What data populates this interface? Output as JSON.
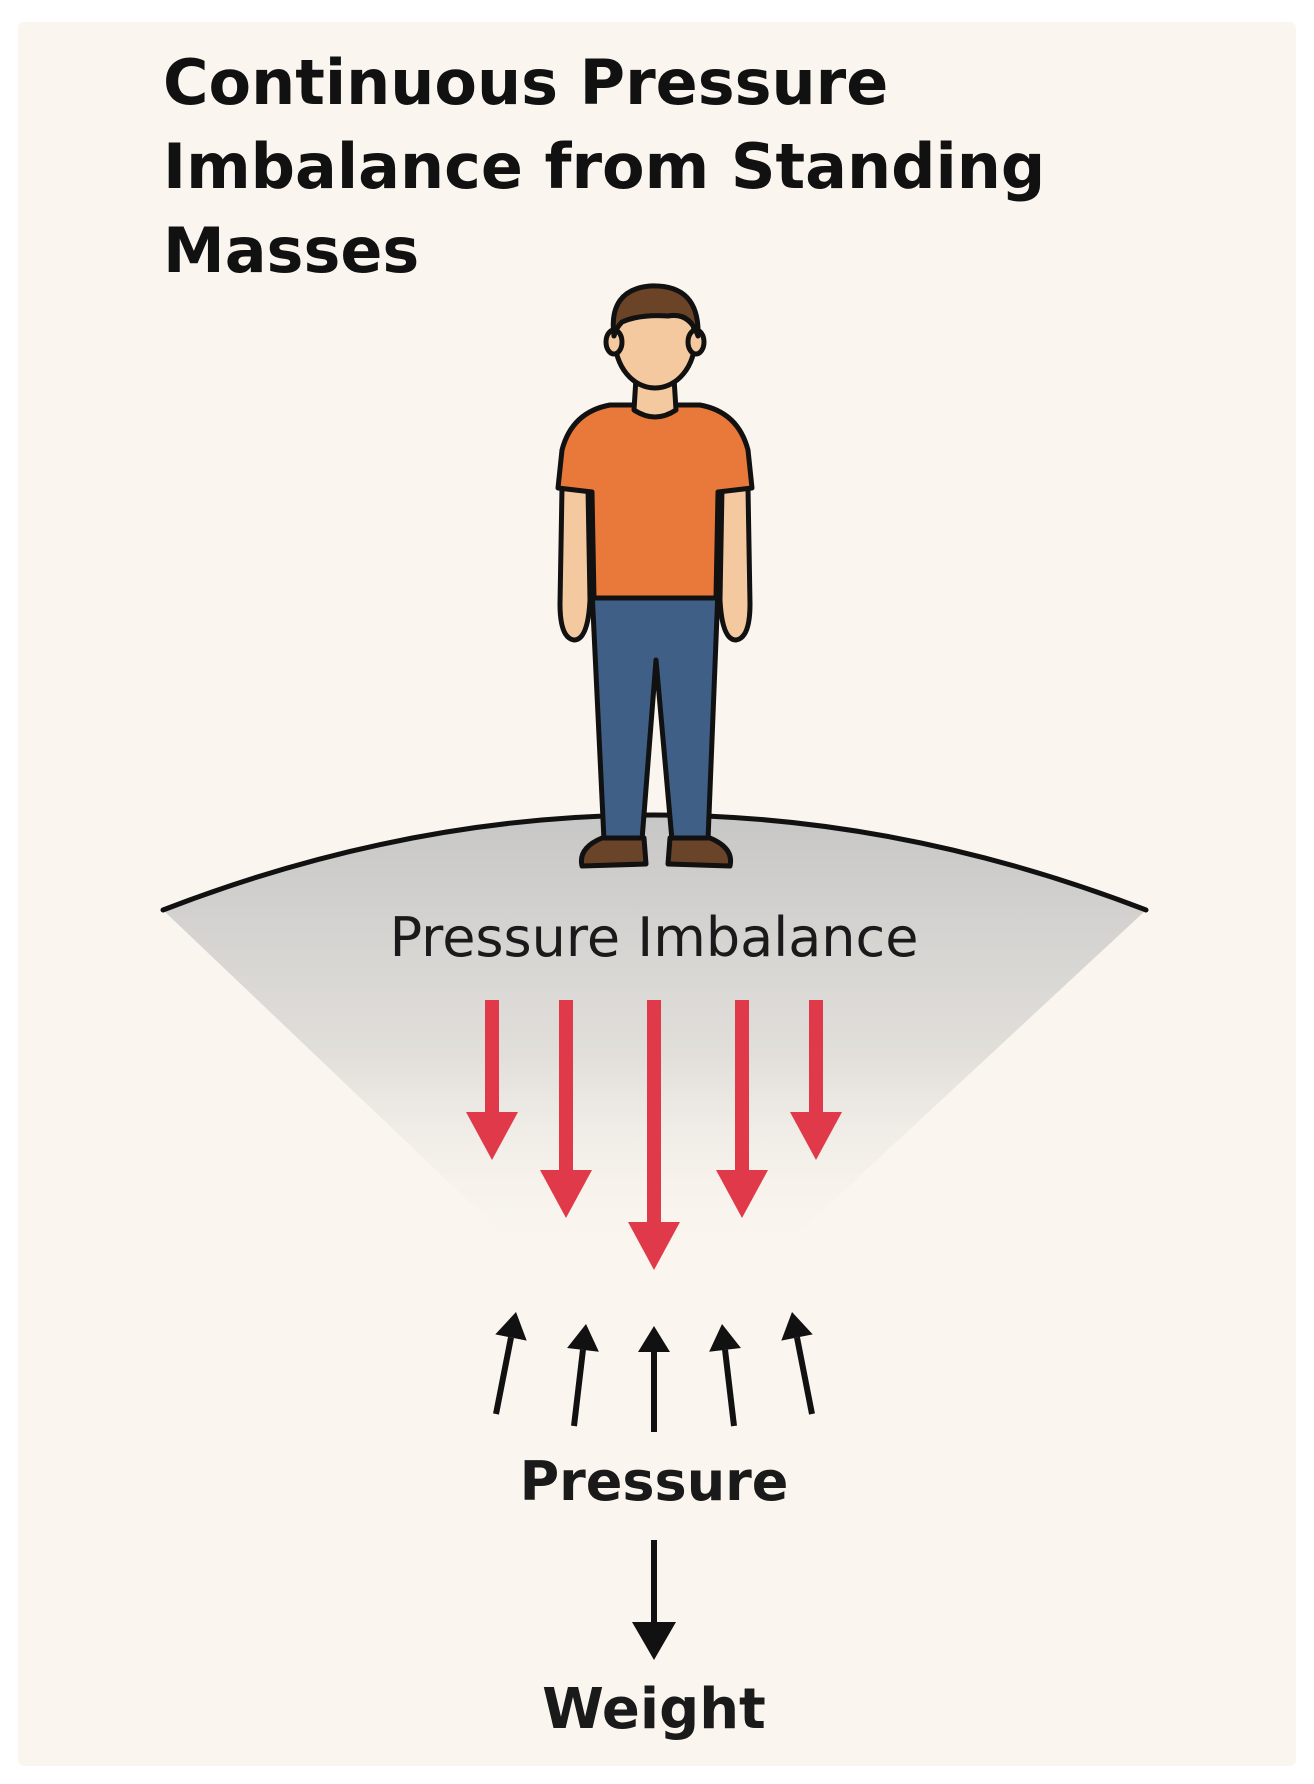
{
  "title": {
    "lines": [
      "Continuous Pressure",
      "Imbalance from Standing",
      "Masses"
    ]
  },
  "labels": {
    "imbalance": "Pressure Imbalance",
    "pressure": "Pressure",
    "weight": "Weight"
  },
  "colors": {
    "background": "#faf5ef",
    "frame": "#ffffff",
    "shirt": "#e8793a",
    "pants": "#3f5f86",
    "skin": "#f5c9a0",
    "hair": "#6b4428",
    "shoes": "#6a4428",
    "ground_fill": "#cfcfcf",
    "imbalance_arrow": "#e03a4a",
    "pressure_arrow": "#111111"
  },
  "icons": {
    "figure": "standing-person-icon",
    "imbalance_arrows": "arrow-down-icon",
    "pressure_arrows": "arrow-up-icon",
    "weight_arrow": "arrow-down-icon"
  }
}
